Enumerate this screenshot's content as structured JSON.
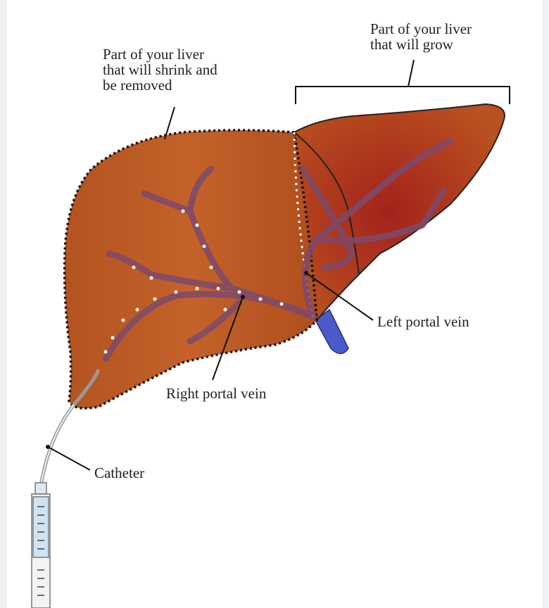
{
  "labels": {
    "shrink": [
      "Part of your liver",
      "that will shrink and",
      "be removed"
    ],
    "grow": [
      "Part of your liver",
      "that will grow"
    ],
    "left_portal_vein": "Left portal vein",
    "right_portal_vein": "Right portal vein",
    "catheter": "Catheter"
  },
  "colors": {
    "liver": "#b9561f",
    "liver_dark": "#a52a1c",
    "vein": "#7a4a6a",
    "portal_stub": "#4a5bc9"
  }
}
